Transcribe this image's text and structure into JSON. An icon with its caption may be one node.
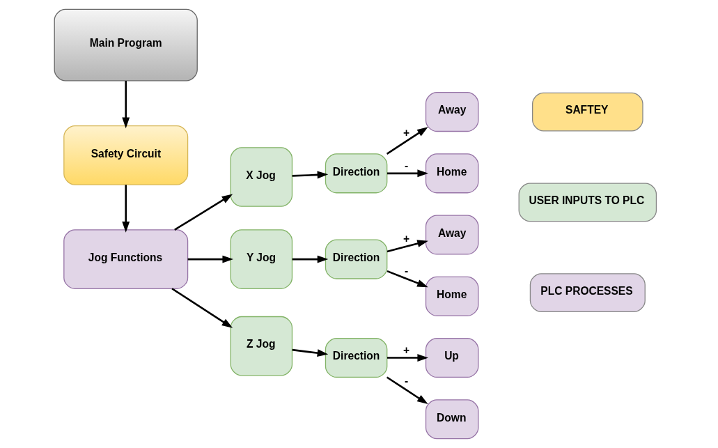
{
  "diagram": {
    "nodes": [
      {
        "text": [
          "Main Program"
        ]
      },
      {
        "text": [
          "Safety Circuit"
        ]
      },
      {
        "text": [
          "Jog Functions"
        ]
      },
      {
        "text": [
          "X Jog"
        ]
      },
      {
        "text": [
          "Direction"
        ]
      },
      {
        "text": [
          "Away"
        ]
      },
      {
        "text": [
          "Home"
        ]
      },
      {
        "text": [
          "Y Jog"
        ]
      },
      {
        "text": [
          "Direction"
        ]
      },
      {
        "text": [
          "Away"
        ]
      },
      {
        "text": [
          "Home"
        ]
      },
      {
        "text": [
          "Z Jog"
        ]
      },
      {
        "text": [
          "Direction"
        ]
      },
      {
        "text": [
          "Up"
        ]
      },
      {
        "text": [
          "Down"
        ]
      }
    ],
    "edges": [
      {
        "from": 0,
        "to": 1,
        "arrow": "to"
      },
      {
        "from": 1,
        "to": 2,
        "arrow": "to"
      },
      {
        "from": 2,
        "to": 3,
        "arrow": "to"
      },
      {
        "from": 2,
        "to": 7,
        "arrow": "to"
      },
      {
        "from": 2,
        "to": 11,
        "arrow": "to"
      },
      {
        "from": 3,
        "to": 4,
        "arrow": "to"
      },
      {
        "from": 4,
        "to": 5,
        "arrow": "to",
        "label": "+"
      },
      {
        "from": 4,
        "to": 6,
        "arrow": "to",
        "label": "-"
      },
      {
        "from": 7,
        "to": 8,
        "arrow": "to"
      },
      {
        "from": 8,
        "to": 9,
        "arrow": "to",
        "label": "+"
      },
      {
        "from": 8,
        "to": 10,
        "arrow": "to",
        "label": "-"
      },
      {
        "from": 11,
        "to": 12,
        "arrow": "to"
      },
      {
        "from": 12,
        "to": 13,
        "arrow": "to",
        "label": "+"
      },
      {
        "from": 12,
        "to": 14,
        "arrow": "to",
        "label": "-"
      }
    ],
    "legend": [
      {
        "text": "SAFTEY",
        "color": "#ffe08a"
      },
      {
        "text": "USER INPUTS TO PLC",
        "color": "#d5e8d4"
      },
      {
        "text": "PLC PROCESSES",
        "color": "#e1d5e7"
      }
    ]
  }
}
